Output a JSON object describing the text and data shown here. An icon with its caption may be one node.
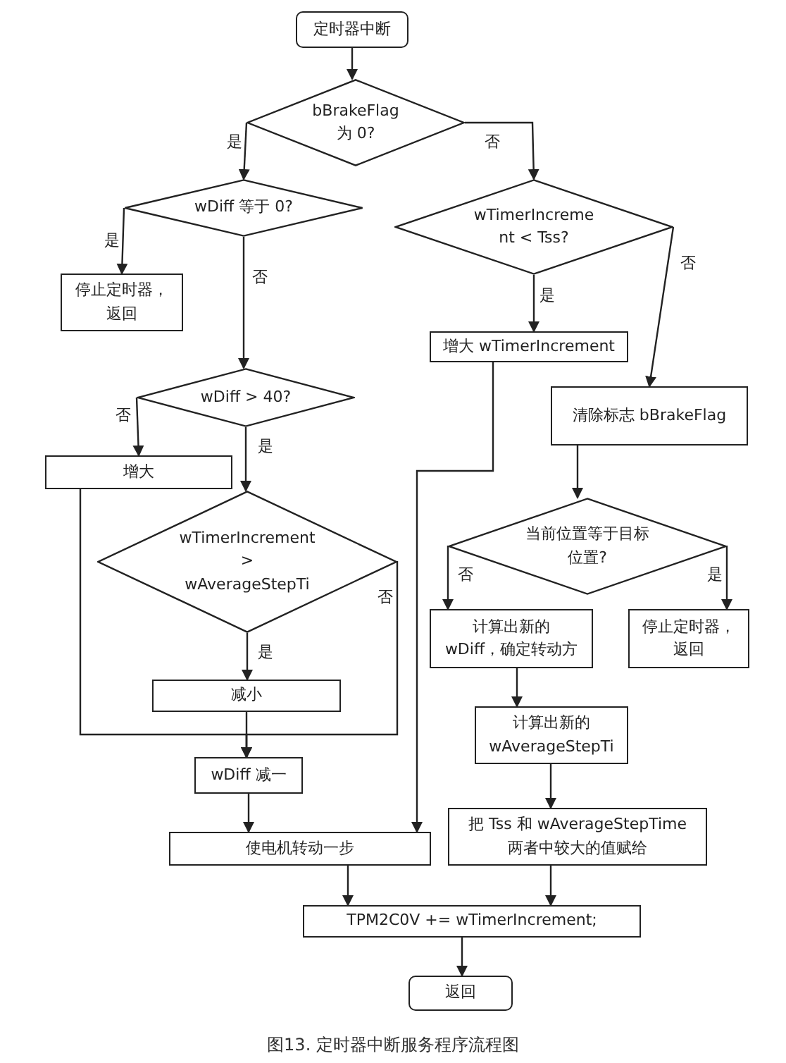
{
  "diagram": {
    "caption": "图13. 定时器中断服务程序流程图",
    "nodes": [
      {
        "text": [
          "定时器中断"
        ]
      },
      {
        "text": [
          "bBrakeFlag 为 0?"
        ]
      },
      {
        "text": [
          "wDiff 等于 0?"
        ]
      },
      {
        "text": [
          "wTimerIncrement < Tss?"
        ]
      },
      {
        "text": [
          "停止定时器，返回"
        ]
      },
      {
        "text": [
          "增大 wTimerIncrement"
        ]
      },
      {
        "text": [
          "wDiff > 40?"
        ]
      },
      {
        "text": [
          "清除标志 bBrakeFlag"
        ]
      },
      {
        "text": [
          "增大"
        ]
      },
      {
        "text": [
          "wTimerIncrement > wAverageStepTi"
        ]
      },
      {
        "text": [
          "当前位置等于目标位置?"
        ]
      },
      {
        "text": [
          "计算出新的 wDiff，确定转动方"
        ]
      },
      {
        "text": [
          "停止定时器，返回"
        ]
      },
      {
        "text": [
          "减小"
        ]
      },
      {
        "text": [
          "计算出新的 wAverageStepTi"
        ]
      },
      {
        "text": [
          "wDiff 减一"
        ]
      },
      {
        "text": [
          "使电机转动一步"
        ]
      },
      {
        "text": [
          "把 Tss 和 wAverageStepTime 两者中较大的值赋给"
        ]
      },
      {
        "text": [
          "TPM2C0V += wTimerIncrement;"
        ]
      },
      {
        "text": [
          "返回"
        ]
      }
    ],
    "edges": [
      {
        "from": 0,
        "to": 1,
        "arrow": "to"
      },
      {
        "from": 1,
        "to": 2,
        "arrow": "to",
        "label": "是"
      },
      {
        "from": 1,
        "to": 3,
        "arrow": "to",
        "label": "否"
      },
      {
        "from": 2,
        "to": 4,
        "arrow": "to",
        "label": "是"
      },
      {
        "from": 2,
        "to": 6,
        "arrow": "to",
        "label": "否"
      },
      {
        "from": 3,
        "to": 5,
        "arrow": "to",
        "label": "是"
      },
      {
        "from": 3,
        "to": 7,
        "arrow": "to",
        "label": "否"
      },
      {
        "from": 6,
        "to": 8,
        "arrow": "to",
        "label": "否"
      },
      {
        "from": 6,
        "to": 9,
        "arrow": "to",
        "label": "是"
      },
      {
        "from": 9,
        "to": 13,
        "arrow": "to",
        "label": "是"
      },
      {
        "from": 9,
        "to": 15,
        "arrow": "to",
        "label": "否"
      },
      {
        "from": 8,
        "to": 15,
        "arrow": "to"
      },
      {
        "from": 13,
        "to": 15,
        "arrow": "to"
      },
      {
        "from": 5,
        "to": 16,
        "arrow": "to"
      },
      {
        "from": 7,
        "to": 10,
        "arrow": "to"
      },
      {
        "from": 10,
        "to": 11,
        "arrow": "to",
        "label": "否"
      },
      {
        "from": 10,
        "to": 12,
        "arrow": "to",
        "label": "是"
      },
      {
        "from": 11,
        "to": 14,
        "arrow": "to"
      },
      {
        "from": 14,
        "to": 17,
        "arrow": "to"
      },
      {
        "from": 15,
        "to": 16,
        "arrow": "to"
      },
      {
        "from": 16,
        "to": 18,
        "arrow": "to"
      },
      {
        "from": 17,
        "to": 18,
        "arrow": "to"
      },
      {
        "from": 18,
        "to": 19,
        "arrow": "to"
      }
    ]
  }
}
